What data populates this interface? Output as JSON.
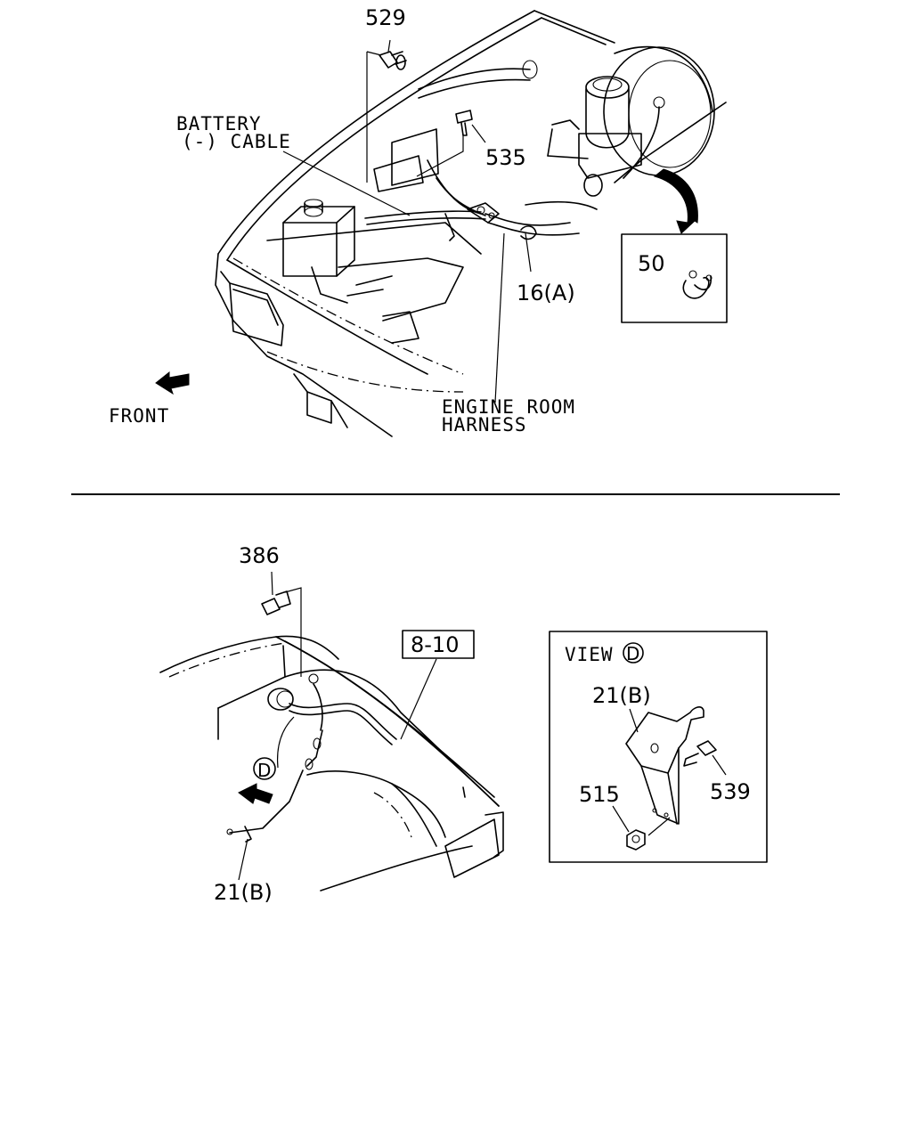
{
  "top": {
    "labels": {
      "battery_cable_line1": "BATTERY",
      "battery_cable_line2": "(-) CABLE",
      "engine_room_harness_line1": "ENGINE ROOM",
      "engine_room_harness_line2": "HARNESS",
      "front": "FRONT"
    },
    "callouts": {
      "p529": "529",
      "p535": "535",
      "p16a": "16(A)",
      "p50": "50"
    }
  },
  "bottom": {
    "callouts": {
      "p386": "386",
      "ref": "8-10",
      "p21b": "21(B)",
      "view_marker": "D"
    },
    "view_box": {
      "title": "VIEW",
      "marker": "D",
      "p21b": "21(B)",
      "p515": "515",
      "p539": "539"
    }
  }
}
